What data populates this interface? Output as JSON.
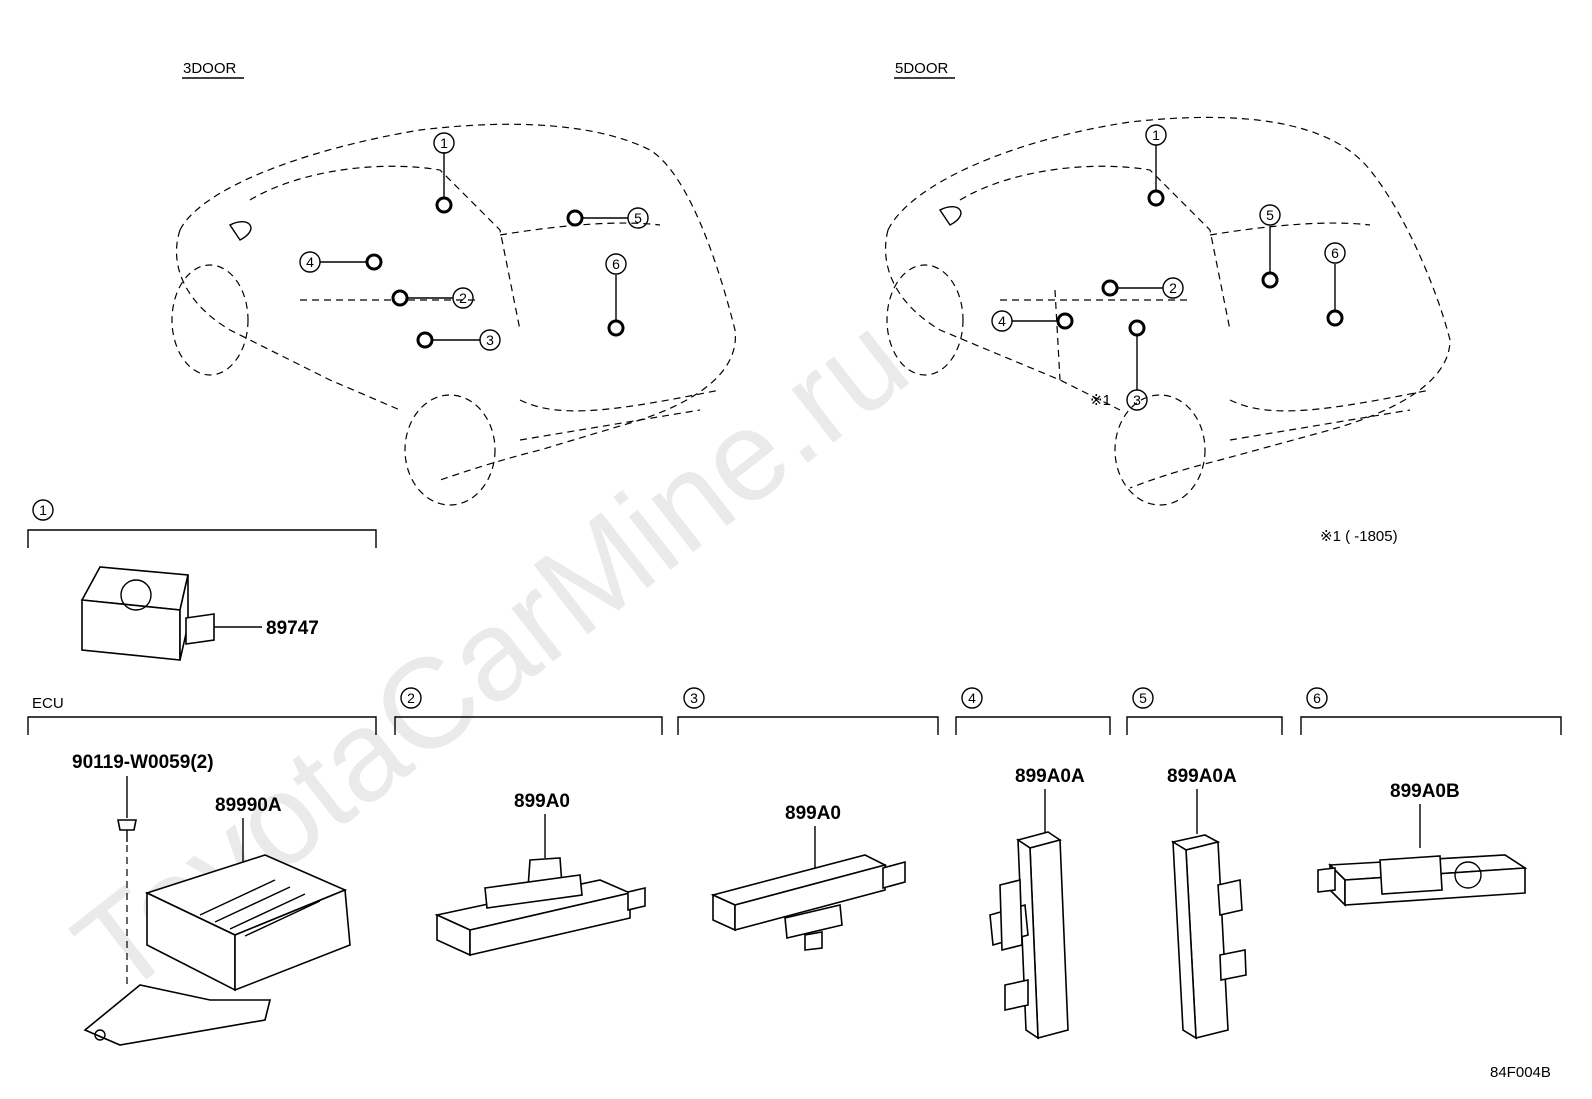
{
  "views": {
    "left_title": "3DOOR",
    "right_title": "5DOOR"
  },
  "callouts": [
    "1",
    "2",
    "3",
    "4",
    "5",
    "6"
  ],
  "note_marker": "※1",
  "note": "※1 (       -1805)",
  "sections": {
    "s1": {
      "index": "1",
      "part": "89747"
    },
    "ecu": {
      "label": "ECU",
      "screw": "90119-W0059(2)",
      "part": "89990A"
    },
    "s2": {
      "index": "2",
      "part": "899A0"
    },
    "s3": {
      "index": "3",
      "part": "899A0"
    },
    "s4": {
      "index": "4",
      "part": "899A0A"
    },
    "s5": {
      "index": "5",
      "part": "899A0A"
    },
    "s6": {
      "index": "6",
      "part": "899A0B"
    }
  },
  "watermark": "ToyotaCarMine.ru",
  "figure_code": "84F004B"
}
